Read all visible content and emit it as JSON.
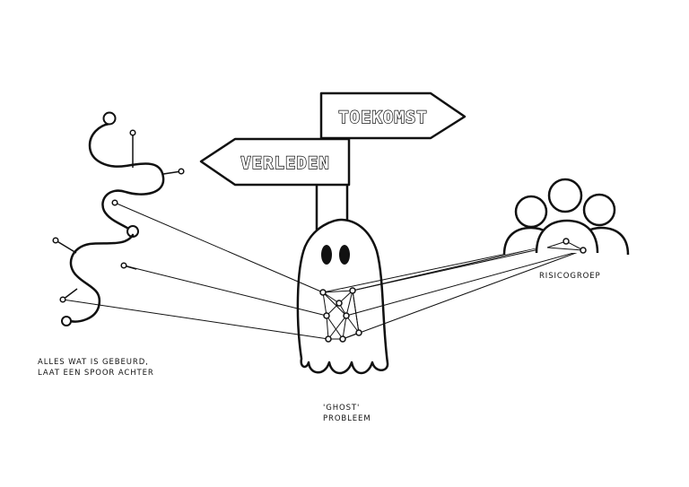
{
  "signpost": {
    "future_label": "TOEKOMST",
    "past_label": "VERLEDEN"
  },
  "captions": {
    "trail_line1": "ALLES WAT IS GEBEURD,",
    "trail_line2": "LAAT EEN SPOOR ACHTER",
    "ghost_line1": "'GHOST'",
    "ghost_line2": "PROBLEEM",
    "group": "RISICOGROEP"
  },
  "colors": {
    "ink": "#111111",
    "paper": "#ffffff"
  },
  "icons": [
    "signpost-icon",
    "ghost-icon",
    "people-group-icon",
    "winding-trail-icon"
  ]
}
